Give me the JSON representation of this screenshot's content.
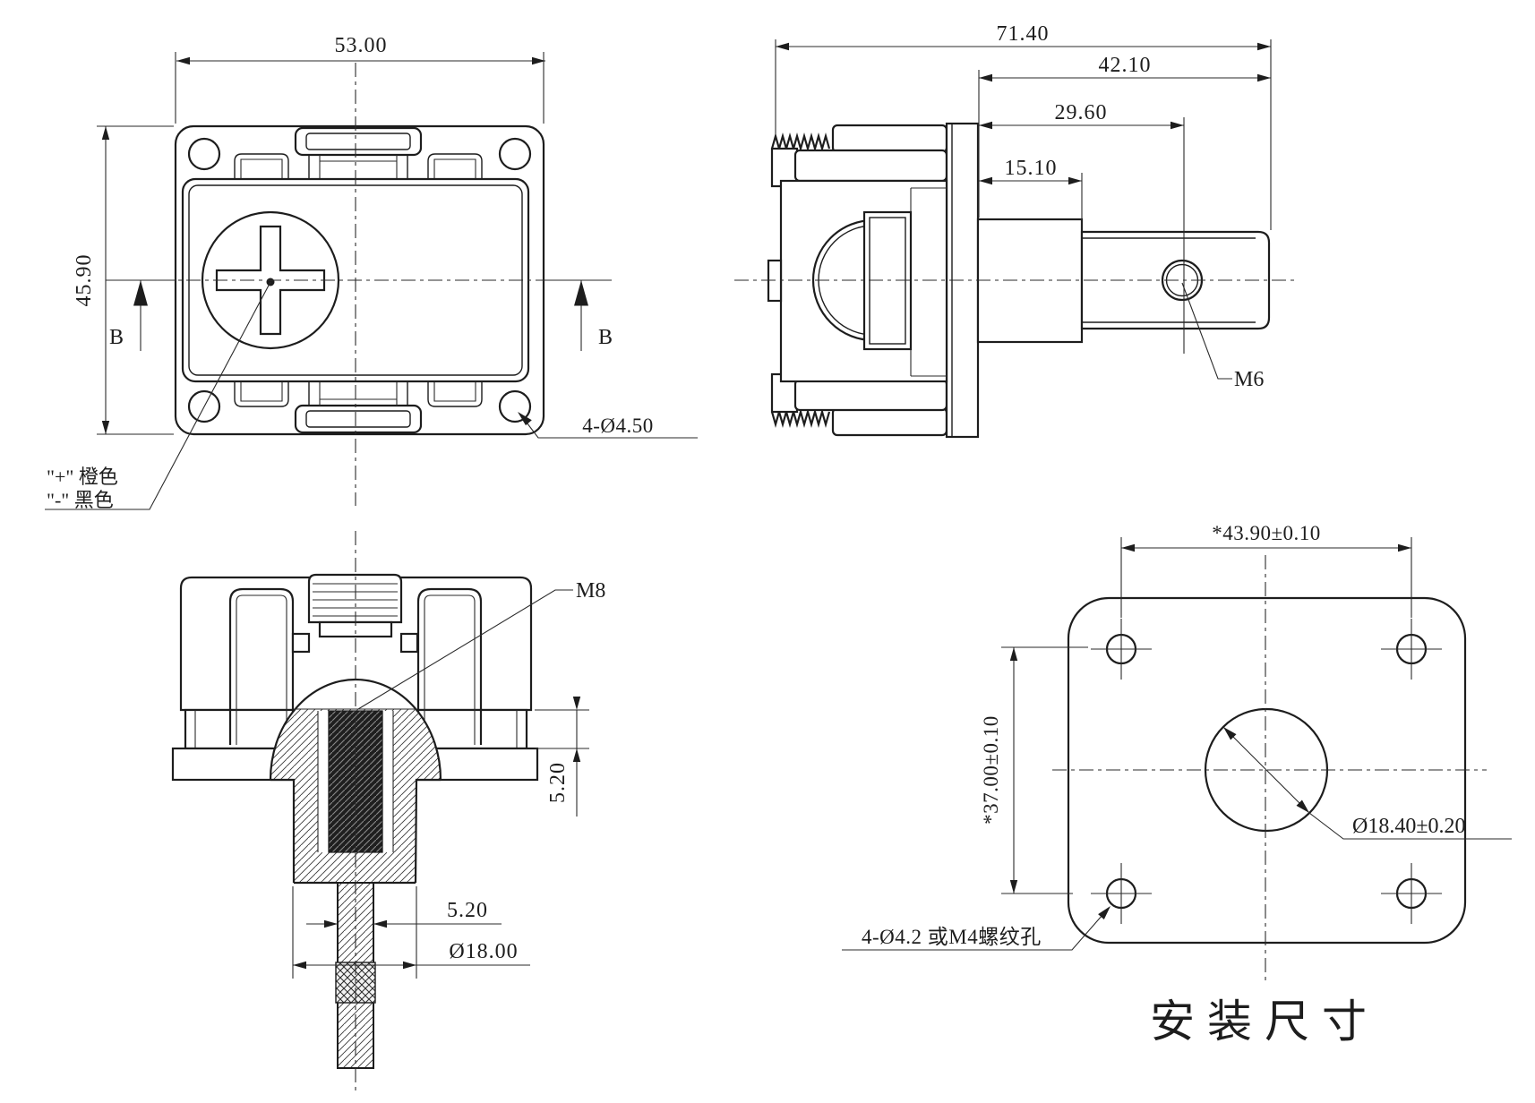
{
  "drawing": {
    "front_view": {
      "width_dim": "53.00",
      "height_dim": "45.90",
      "section_label_left": "B",
      "section_label_right": "B",
      "corner_holes_label": "4-Ø4.50",
      "polarity_positive": "\"+\" 橙色",
      "polarity_negative": "\"-\" 黑色"
    },
    "side_view": {
      "total_length_dim": "71.40",
      "shaft_length_dim": "42.10",
      "hole_position_dim": "29.60",
      "shank_length_dim": "15.10",
      "side_hole_label": "M6"
    },
    "section_view": {
      "thread_label": "M8",
      "boss_height_dim": "5.20",
      "stem_width_dim": "5.20",
      "stud_diameter_dim": "Ø18.00"
    },
    "mounting_view": {
      "hole_spacing_x_dim": "*43.90±0.10",
      "hole_spacing_y_dim": "*37.00±0.10",
      "center_hole_dim": "Ø18.40±0.20",
      "corner_holes_label": "4-Ø4.2 或M4螺纹孔",
      "title": "安装尺寸"
    },
    "colors": {
      "line": "#1d1d1d",
      "background": "#ffffff"
    }
  }
}
